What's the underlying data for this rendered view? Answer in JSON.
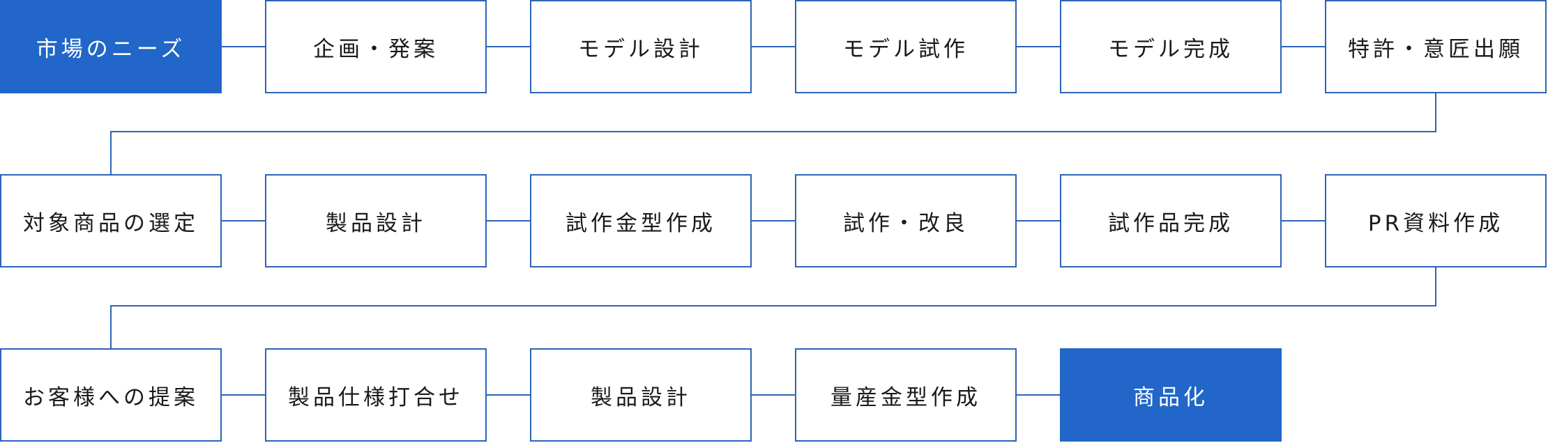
{
  "accent_color": "#2166c8",
  "line_color": "#2c63b8",
  "rows": [
    [
      {
        "label": "市場のニーズ",
        "highlight": true
      },
      {
        "label": "企画・発案",
        "highlight": false
      },
      {
        "label": "モデル設計",
        "highlight": false
      },
      {
        "label": "モデル試作",
        "highlight": false
      },
      {
        "label": "モデル完成",
        "highlight": false
      },
      {
        "label": "特許・意匠出願",
        "highlight": false
      }
    ],
    [
      {
        "label": "対象商品の選定",
        "highlight": false
      },
      {
        "label": "製品設計",
        "highlight": false
      },
      {
        "label": "試作金型作成",
        "highlight": false
      },
      {
        "label": "試作・改良",
        "highlight": false
      },
      {
        "label": "試作品完成",
        "highlight": false
      },
      {
        "label": "PR資料作成",
        "highlight": false
      }
    ],
    [
      {
        "label": "お客様への提案",
        "highlight": false
      },
      {
        "label": "製品仕様打合せ",
        "highlight": false
      },
      {
        "label": "製品設計",
        "highlight": false
      },
      {
        "label": "量産金型作成",
        "highlight": false
      },
      {
        "label": "商品化",
        "highlight": true
      }
    ]
  ]
}
